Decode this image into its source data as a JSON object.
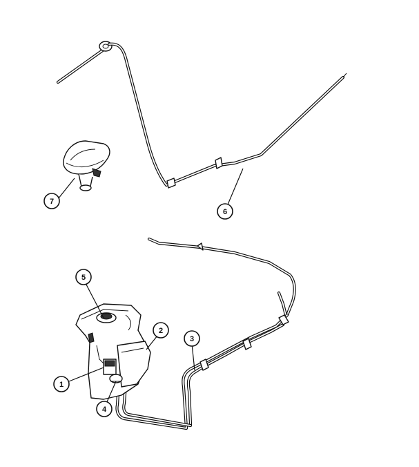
{
  "callouts": [
    {
      "id": "1",
      "label": "1"
    },
    {
      "id": "2",
      "label": "2"
    },
    {
      "id": "3",
      "label": "3"
    },
    {
      "id": "4",
      "label": "4"
    },
    {
      "id": "5",
      "label": "5"
    },
    {
      "id": "6",
      "label": "6"
    },
    {
      "id": "7",
      "label": "7"
    }
  ],
  "colors": {
    "line": "#111111",
    "background": "#ffffff"
  }
}
